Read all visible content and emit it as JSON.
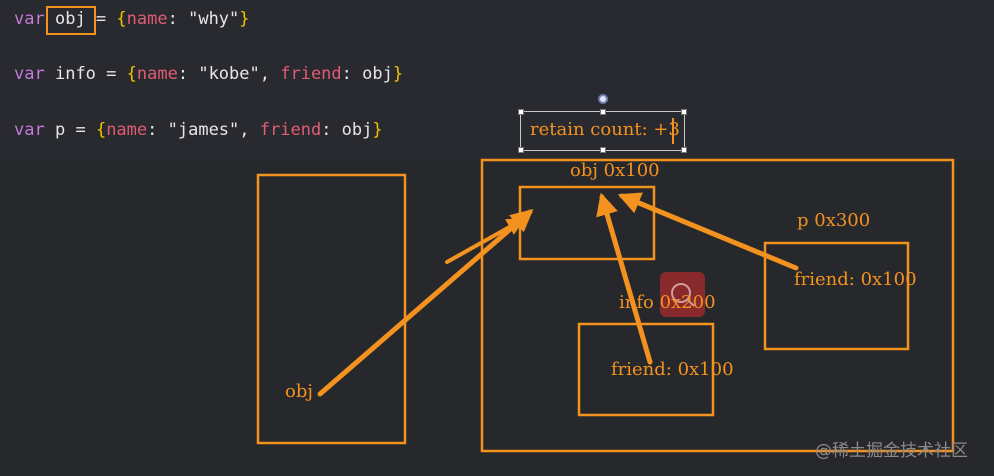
{
  "code": {
    "line1": {
      "kw": "var",
      "name": "obj",
      "eq": " = ",
      "open": "{",
      "prop": "name",
      "colon": ": ",
      "value": "\"why\"",
      "close": "}"
    },
    "line2": {
      "kw": "var",
      "name": "info",
      "eq": " = ",
      "open": "{",
      "prop1": "name",
      "colon": ": ",
      "value1": "\"kobe\"",
      "comma": ", ",
      "prop2": "friend",
      "value2": "obj",
      "close": "}"
    },
    "line3": {
      "kw": "var",
      "name": "p",
      "eq": " = ",
      "open": "{",
      "prop1": "name",
      "colon": ": ",
      "value1": "\"james\"",
      "comma": ", ",
      "prop2": "friend",
      "value2": "obj",
      "close": "}"
    }
  },
  "diagram": {
    "retain_count_label": "retain count: +3",
    "obj_heap_label": "obj 0x100",
    "p_heap_label": "p 0x300",
    "info_heap_label": "info 0x200",
    "p_friend": "friend: 0x100",
    "info_friend": "friend: 0x100",
    "stack_obj_label": "obj"
  },
  "watermark": "@稀土掘金技术社区",
  "colors": {
    "accent": "#f3921f",
    "background": "#27282c"
  }
}
